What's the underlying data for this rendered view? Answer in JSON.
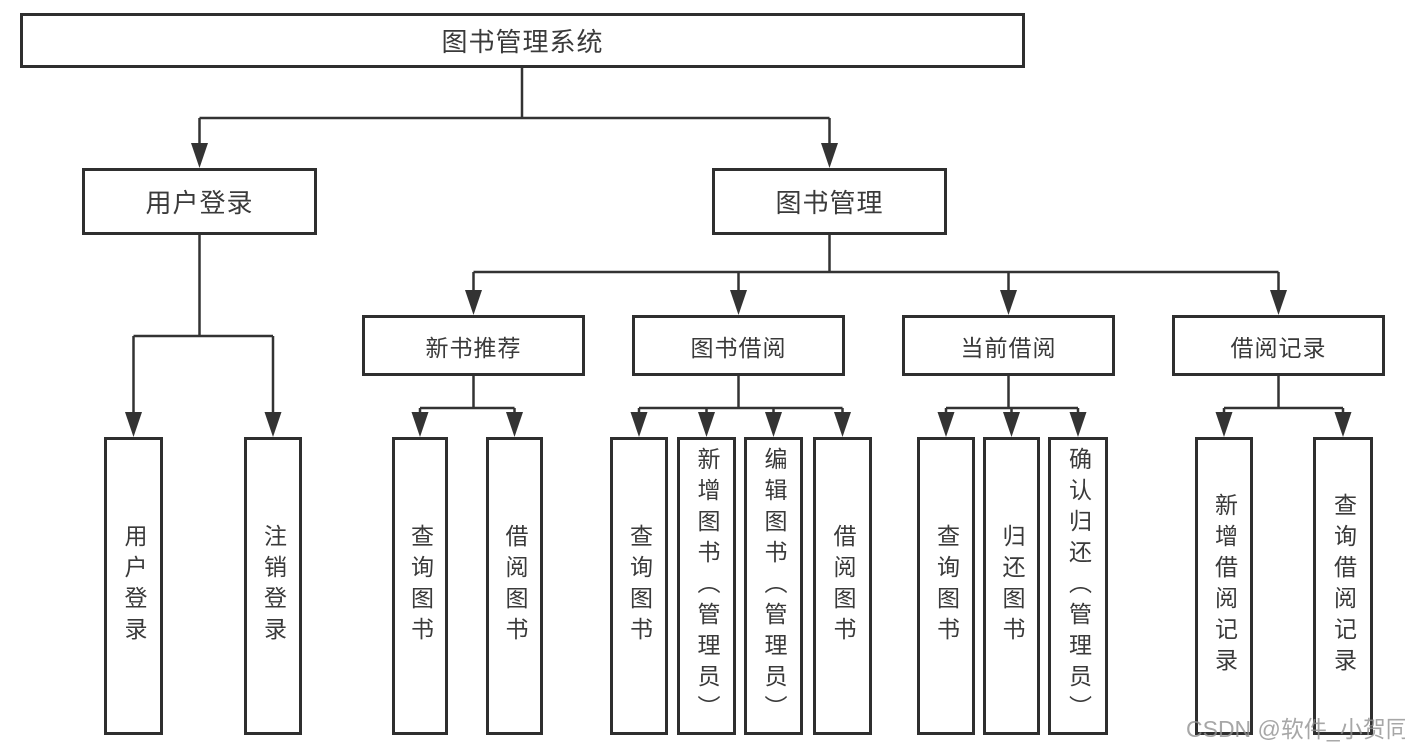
{
  "diagram": {
    "type": "hierarchy",
    "root": {
      "label": "图书管理系统",
      "children": [
        {
          "label": "用户登录",
          "children": [
            {
              "label": "用户登录"
            },
            {
              "label": "注销登录"
            }
          ]
        },
        {
          "label": "图书管理",
          "children": [
            {
              "label": "新书推荐",
              "children": [
                {
                  "label": "查询图书"
                },
                {
                  "label": "借阅图书"
                }
              ]
            },
            {
              "label": "图书借阅",
              "children": [
                {
                  "label": "查询图书"
                },
                {
                  "label": "新增图书（管理员）"
                },
                {
                  "label": "编辑图书（管理员）"
                },
                {
                  "label": "借阅图书"
                }
              ]
            },
            {
              "label": "当前借阅",
              "children": [
                {
                  "label": "查询图书"
                },
                {
                  "label": "归还图书"
                },
                {
                  "label": "确认归还（管理员）"
                }
              ]
            },
            {
              "label": "借阅记录",
              "children": [
                {
                  "label": "新增借阅记录"
                },
                {
                  "label": "查询借阅记录"
                }
              ]
            }
          ]
        }
      ]
    }
  },
  "watermark": "CSDN @软件_小贺同学",
  "colors": {
    "line": "#333333",
    "border": "#2f2f2f",
    "text": "#3a3a3a",
    "watermark": "#919191",
    "background": "#ffffff"
  }
}
